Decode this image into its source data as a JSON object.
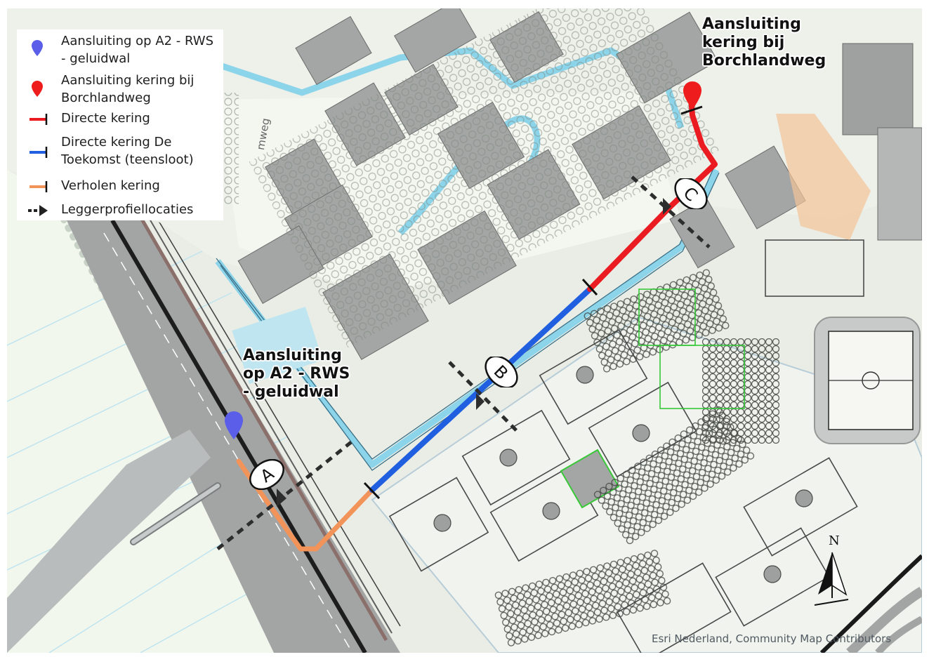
{
  "legend": {
    "items": [
      {
        "label": "Aansluiting op A2 - RWS\n- geluidwal",
        "symbol": "blue-marker-icon",
        "color": "#5a5ee8"
      },
      {
        "label": "Aansluiting kering bij\nBorchlandweg",
        "symbol": "red-marker-icon",
        "color": "#ee1c1c"
      },
      {
        "label": "Directe kering",
        "symbol": "red-line-icon",
        "color": "#ea1c22"
      },
      {
        "label": "Directe kering De\nToekomst (teensloot)",
        "symbol": "blue-line-icon",
        "color": "#2060e0"
      },
      {
        "label": "Verholen kering",
        "symbol": "orange-line-icon",
        "color": "#f2945a"
      },
      {
        "label": "Leggerprofiellocaties",
        "symbol": "arrow-icon",
        "color": "#222222"
      }
    ]
  },
  "labels": {
    "borchlandweg": "Aansluiting\nkering bij\nBorchlandweg",
    "a2": "Aansluiting\nop A2 - RWS\n- geluidwal",
    "street": "mweg"
  },
  "profiles": {
    "a": "A",
    "b": "B",
    "c": "C"
  },
  "north": "N",
  "attribution": "Esri Nederland, Community Map Contributors",
  "colors": {
    "red": "#ea1c22",
    "blue": "#2060e0",
    "orange": "#f2945a",
    "water": "#bfe6f0",
    "building": "#a4a6a6"
  }
}
